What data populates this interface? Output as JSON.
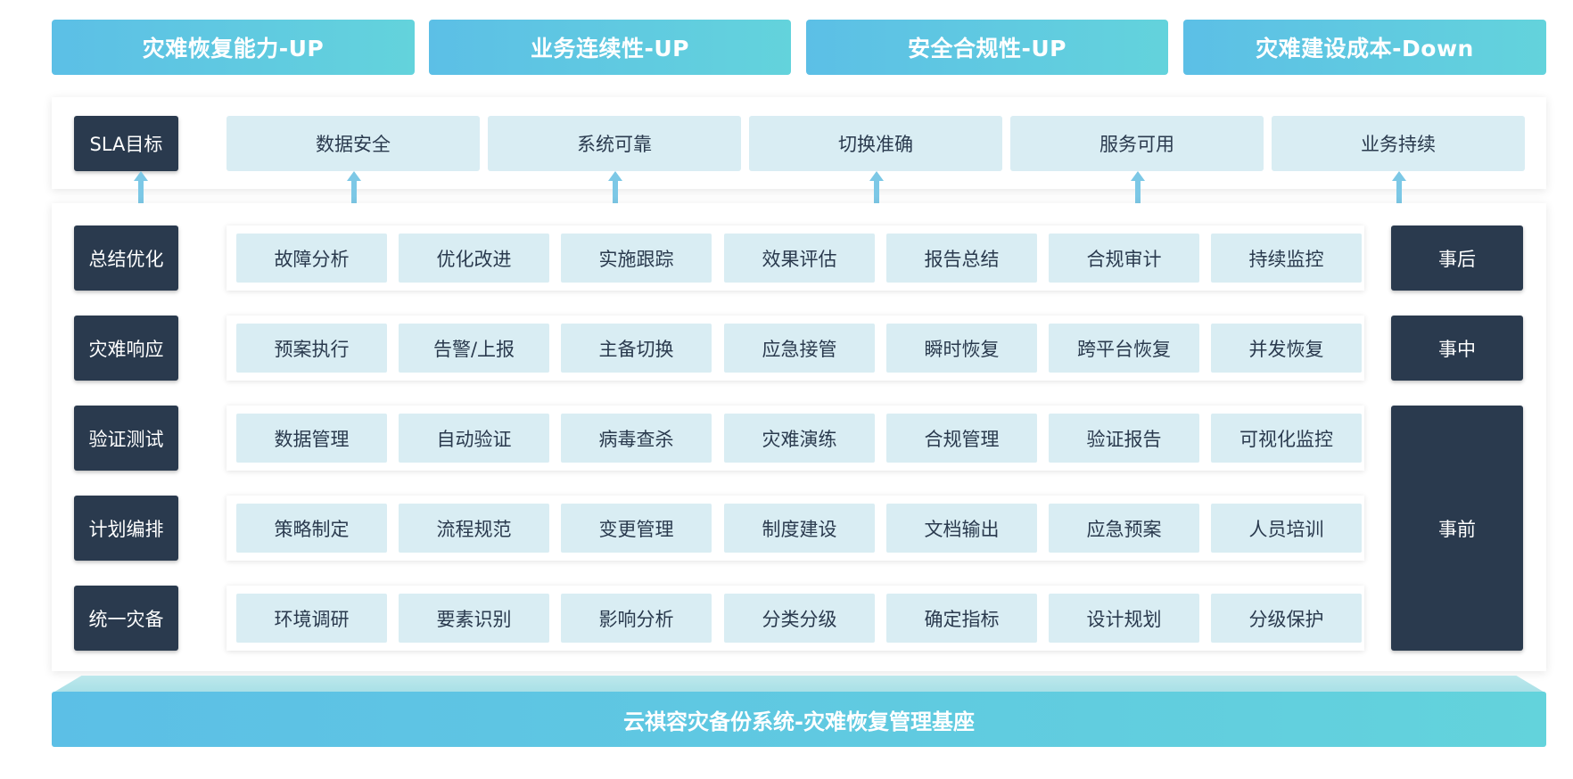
{
  "goals": [
    "灾难恢复能力-UP",
    "业务连续性-UP",
    "安全合规性-UP",
    "灾难建设成本-Down"
  ],
  "sla": {
    "label": "SLA目标",
    "items": [
      "数据安全",
      "系统可靠",
      "切换准确",
      "服务可用",
      "业务持续"
    ]
  },
  "rows": [
    {
      "label": "总结优化",
      "cells": [
        "故障分析",
        "优化改进",
        "实施跟踪",
        "效果评估",
        "报告总结",
        "合规审计",
        "持续监控"
      ]
    },
    {
      "label": "灾难响应",
      "cells": [
        "预案执行",
        "告警/上报",
        "主备切换",
        "应急接管",
        "瞬时恢复",
        "跨平台恢复",
        "并发恢复"
      ]
    },
    {
      "label": "验证测试",
      "cells": [
        "数据管理",
        "自动验证",
        "病毒查杀",
        "灾难演练",
        "合规管理",
        "验证报告",
        "可视化监控"
      ]
    },
    {
      "label": "计划编排",
      "cells": [
        "策略制定",
        "流程规范",
        "变更管理",
        "制度建设",
        "文档输出",
        "应急预案",
        "人员培训"
      ]
    },
    {
      "label": "统一灾备",
      "cells": [
        "环境调研",
        "要素识别",
        "影响分析",
        "分类分级",
        "确定指标",
        "设计规划",
        "分级保护"
      ]
    }
  ],
  "phases": [
    "事后",
    "事中",
    "事前"
  ],
  "base": "云祺容灾备份系统-灾难恢复管理基座",
  "colors": {
    "dark": "#2a3a4e",
    "light_cell": "#d9edf3",
    "gradient_start": "#5cbfe6",
    "gradient_end": "#63d3dc",
    "arrow": "#7cc8e6"
  }
}
